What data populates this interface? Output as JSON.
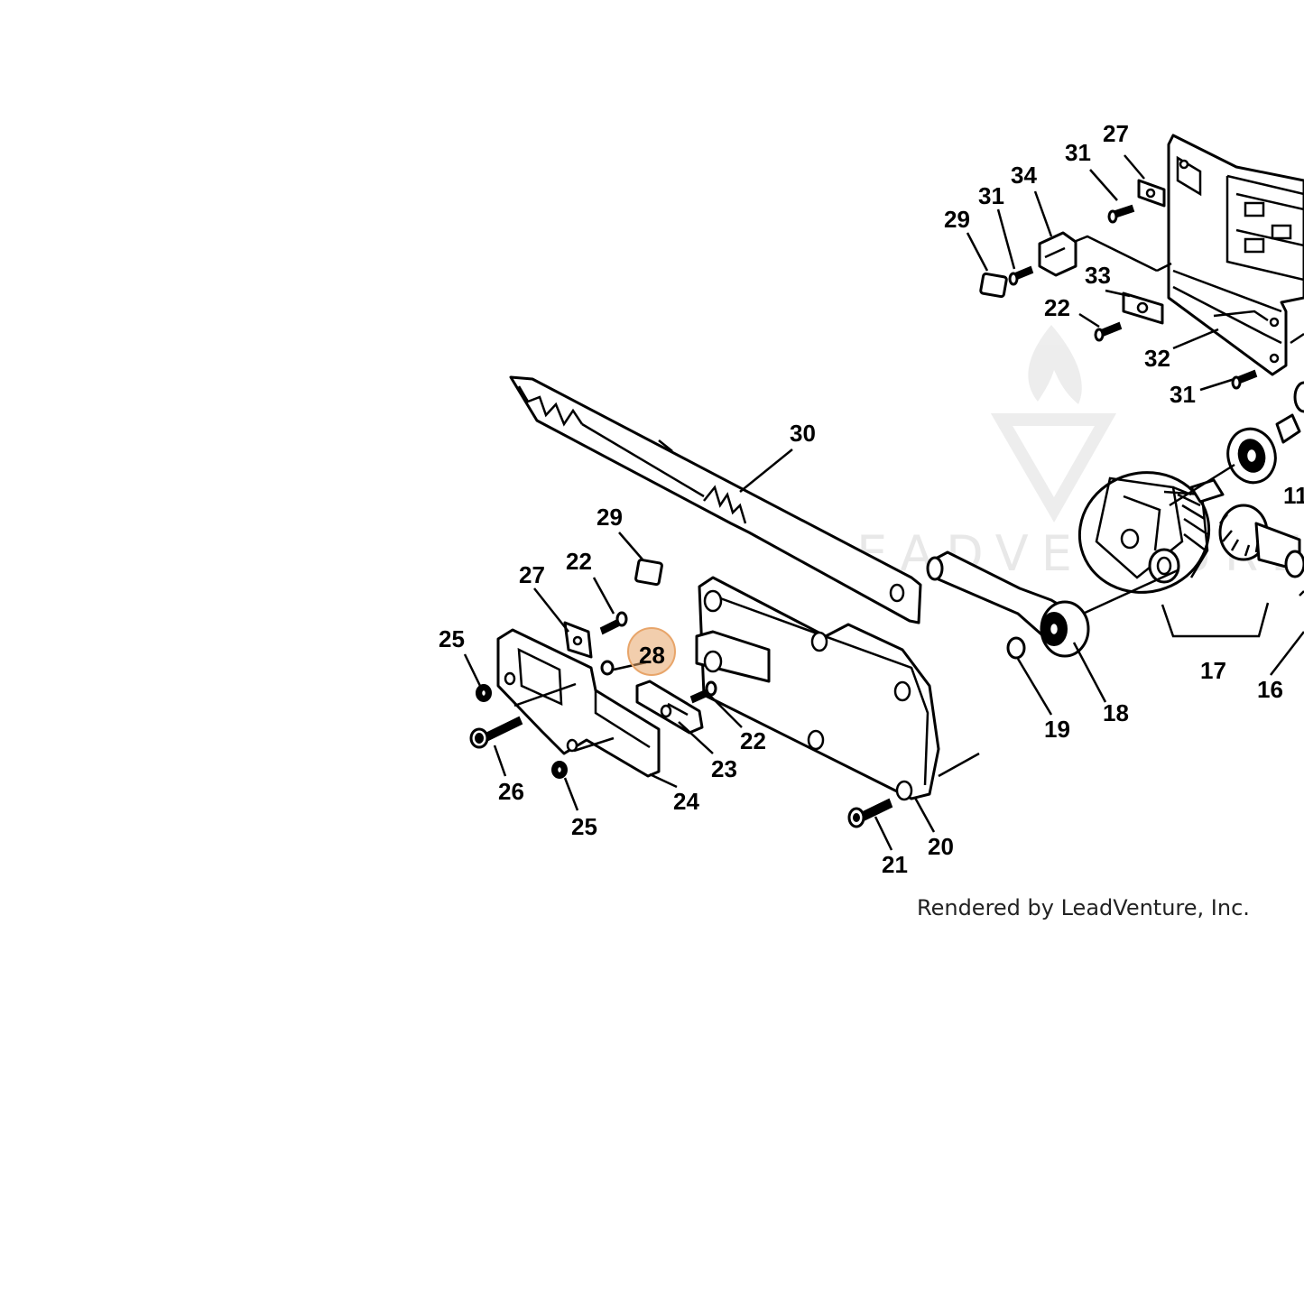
{
  "credit": "Rendered by LeadVenture, Inc.",
  "watermark": "LEADVENTURE",
  "highlight_color": "#e8a56a",
  "callouts": {
    "c27a": "27",
    "c31a": "31",
    "c34": "34",
    "c31b": "31",
    "c29a": "29",
    "c33": "33",
    "c22a": "22",
    "c32": "32",
    "c31c": "31",
    "c30": "30",
    "c11": "11",
    "c29b": "29",
    "c22b": "22",
    "c27b": "27",
    "c25a": "25",
    "c28": "28",
    "c17": "17",
    "c16": "16",
    "c18": "18",
    "c19": "19",
    "c22c": "22",
    "c23": "23",
    "c26": "26",
    "c24": "24",
    "c25b": "25",
    "c20": "20",
    "c21": "21"
  },
  "selected_part": "28"
}
